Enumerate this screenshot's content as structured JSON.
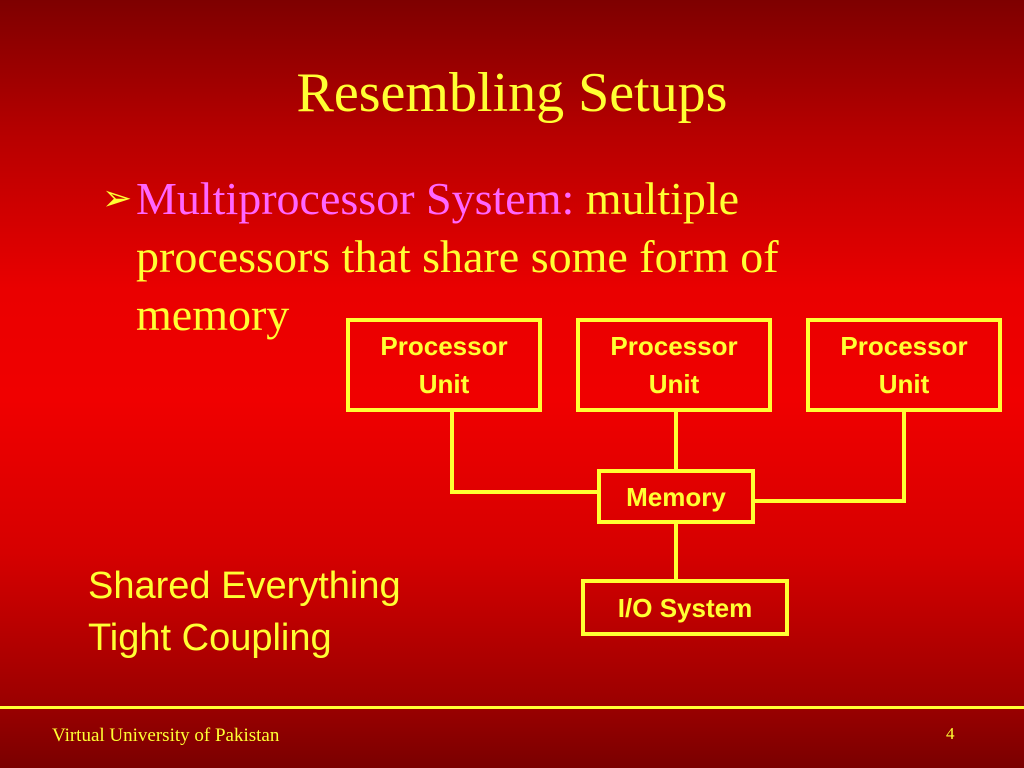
{
  "slide": {
    "title": "Resembling Setups",
    "bullet": {
      "arrow": "➢",
      "term": "Multiprocessor System:",
      "line1_rest": " multiple",
      "line2": "processors that share some form of",
      "line3": "memory"
    },
    "diagram": {
      "processors": [
        {
          "line1": "Processor",
          "line2": "Unit"
        },
        {
          "line1": "Processor",
          "line2": "Unit"
        },
        {
          "line1": "Processor",
          "line2": "Unit"
        }
      ],
      "memory": "Memory",
      "io": "I/O System"
    },
    "notes": {
      "line1": "Shared Everything",
      "line2": "Tight Coupling"
    },
    "footer": {
      "organization": "Virtual University of Pakistan",
      "page_number": "4"
    },
    "colors": {
      "text": "#ffff33",
      "term": "#ff66ff",
      "background": "#e00000"
    }
  }
}
